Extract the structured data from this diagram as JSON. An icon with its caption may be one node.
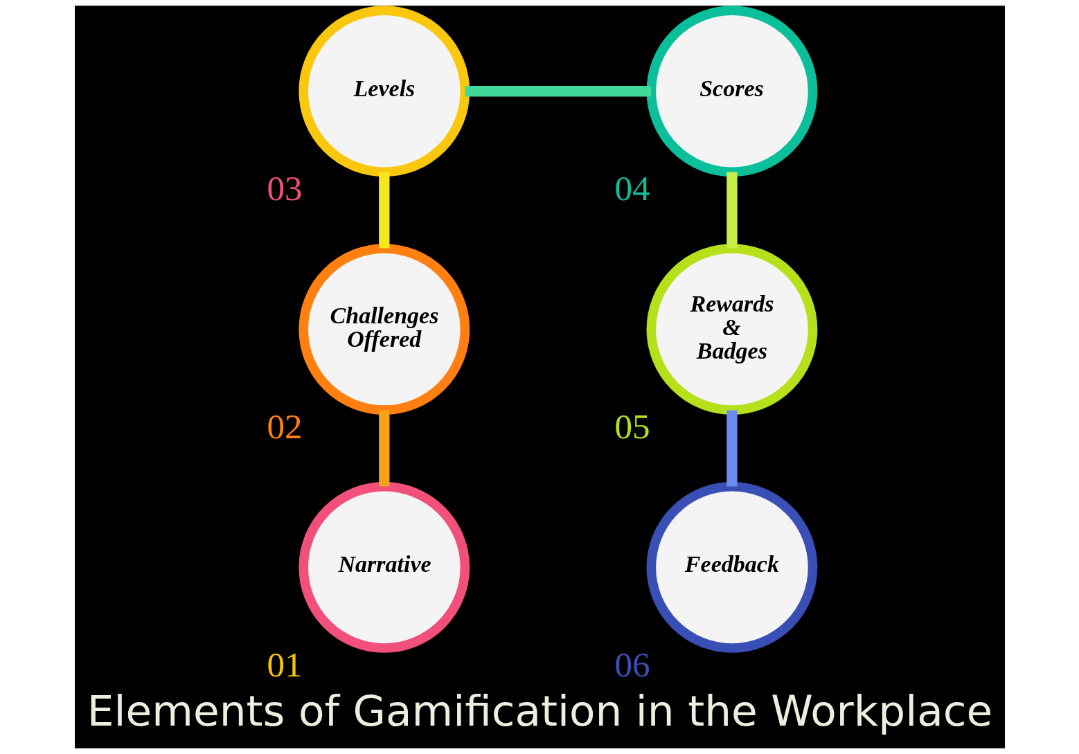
{
  "diagram": {
    "title": "Elements of Gamification in the Workplace",
    "nodes": [
      {
        "text": [
          "Narrative"
        ],
        "beside": [
          "01"
        ]
      },
      {
        "text": [
          "Challenges Offered"
        ],
        "beside": [
          "02"
        ]
      },
      {
        "text": [
          "Levels"
        ],
        "beside": [
          "03"
        ]
      },
      {
        "text": [
          "Scores"
        ],
        "beside": [
          "04"
        ]
      },
      {
        "text": [
          "Rewards & Badges"
        ],
        "beside": [
          "05"
        ]
      },
      {
        "text": [
          "Feedback"
        ],
        "beside": [
          "06"
        ]
      }
    ],
    "edges": [
      {
        "from": 0,
        "to": 1,
        "arrow": "none",
        "color": "#f7a21b"
      },
      {
        "from": 1,
        "to": 2,
        "arrow": "none",
        "color": "#f5e61e"
      },
      {
        "from": 2,
        "to": 3,
        "arrow": "none",
        "color": "#3fd99a"
      },
      {
        "from": 3,
        "to": 4,
        "arrow": "none",
        "color": "#c8ee4a"
      },
      {
        "from": 4,
        "to": 5,
        "arrow": "none",
        "color": "#6a8cf0"
      }
    ]
  }
}
